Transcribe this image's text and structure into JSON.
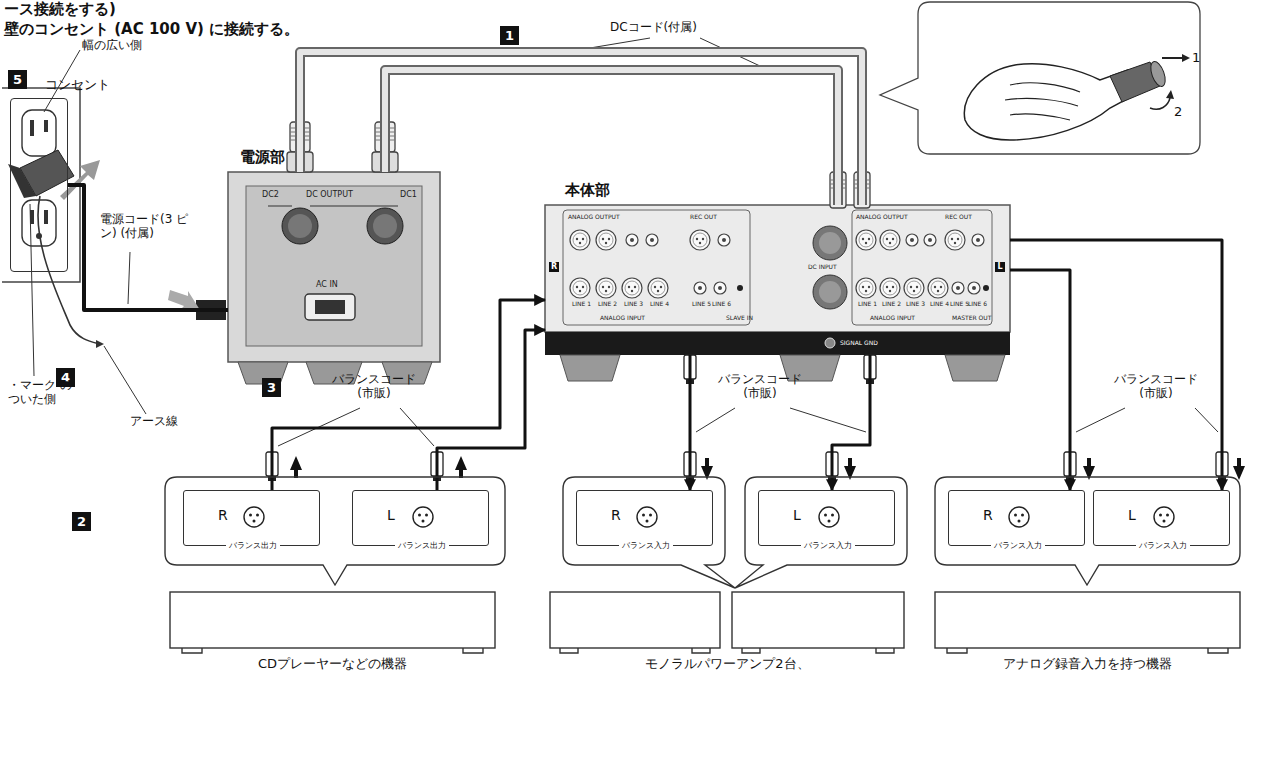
{
  "diagram": {
    "nodes": [
      {
        "text": [
          "電源部"
        ]
      },
      {
        "text": [
          "本体部"
        ]
      },
      {
        "text": [
          "コンセント"
        ]
      },
      {
        "text": []
      },
      {
        "text": [
          "R",
          "バランス出力"
        ],
        "in": 3
      },
      {
        "text": [
          "L",
          "バランス出力"
        ],
        "in": 3
      },
      {
        "text": []
      },
      {
        "text": [
          "R",
          "バランス入力"
        ],
        "in": 6
      },
      {
        "text": []
      },
      {
        "text": [
          "L",
          "バランス入力"
        ],
        "in": 8
      },
      {
        "text": []
      },
      {
        "text": [
          "R",
          "バランス入力"
        ],
        "in": 10
      },
      {
        "text": [
          "L",
          "バランス入力"
        ],
        "in": 10
      }
    ],
    "edges": [
      {
        "from": 0,
        "to": 1,
        "arrow": "none"
      },
      {
        "from": 0,
        "to": 1,
        "arrow": "none"
      },
      {
        "from": 2,
        "to": 0,
        "arrow": "none"
      },
      {
        "from": 4,
        "to": 1,
        "arrow": "to"
      },
      {
        "from": 5,
        "to": 1,
        "arrow": "to"
      },
      {
        "from": 1,
        "to": 7,
        "arrow": "to"
      },
      {
        "from": 1,
        "to": 9,
        "arrow": "to"
      },
      {
        "from": 1,
        "to": 11,
        "arrow": "to"
      },
      {
        "from": 1,
        "to": 12,
        "arrow": "to"
      }
    ],
    "labels": [
      "ース接続をする)",
      "壁のコンセント (AC 100 V) に接続する。",
      "DCコード(付属)",
      "1",
      "幅の広い側",
      "5",
      "電源コード(3 ピン) (付属)",
      "4",
      "・マーク のついた側",
      "アース線",
      "3",
      "バランスコード (市販)",
      "バランスコード (市販)",
      "バランスコード (市販)",
      "2",
      "CDプレーヤーなどの機器",
      "モノラルパワーアンプ2台、",
      "アナログ録音入力を持つ機器",
      "DC2",
      "DC OUTPUT",
      "DC1",
      "AC IN",
      "1",
      "2",
      "R",
      "L",
      "ANALOG OUTPUT",
      "REC OUT",
      "ANALOG OUTPUT",
      "REC OUT",
      "LINE 1",
      "LINE 2",
      "LINE 3",
      "LINE 4",
      "LINE 5",
      "LINE 6",
      "LINE 1",
      "LINE 2",
      "LINE 3",
      "LINE 4",
      "LINE 5",
      "LINE 6",
      "SLAVE IN",
      "MASTER OUT",
      "ANALOG INPUT",
      "ANALOG INPUT",
      "DC INPUT",
      "SIGNAL GND"
    ]
  }
}
